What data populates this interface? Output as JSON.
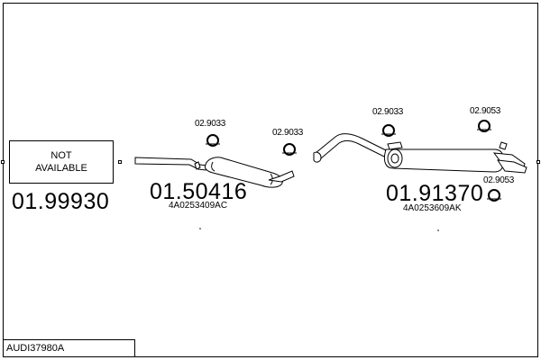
{
  "not_available": {
    "text": "NOT\nAVAILABLE"
  },
  "parts": [
    {
      "number": "01.99930"
    },
    {
      "number": "01.50416",
      "oem": "4A0253409AC"
    },
    {
      "number": "01.91370",
      "oem": "4A0253609AK"
    }
  ],
  "clamps": [
    {
      "number": "02.9033"
    },
    {
      "number": "02.9033"
    },
    {
      "number": "02.9033"
    },
    {
      "number": "02.9053"
    },
    {
      "number": "02.9053"
    }
  ],
  "footer": {
    "code": "AUDI37980A"
  }
}
